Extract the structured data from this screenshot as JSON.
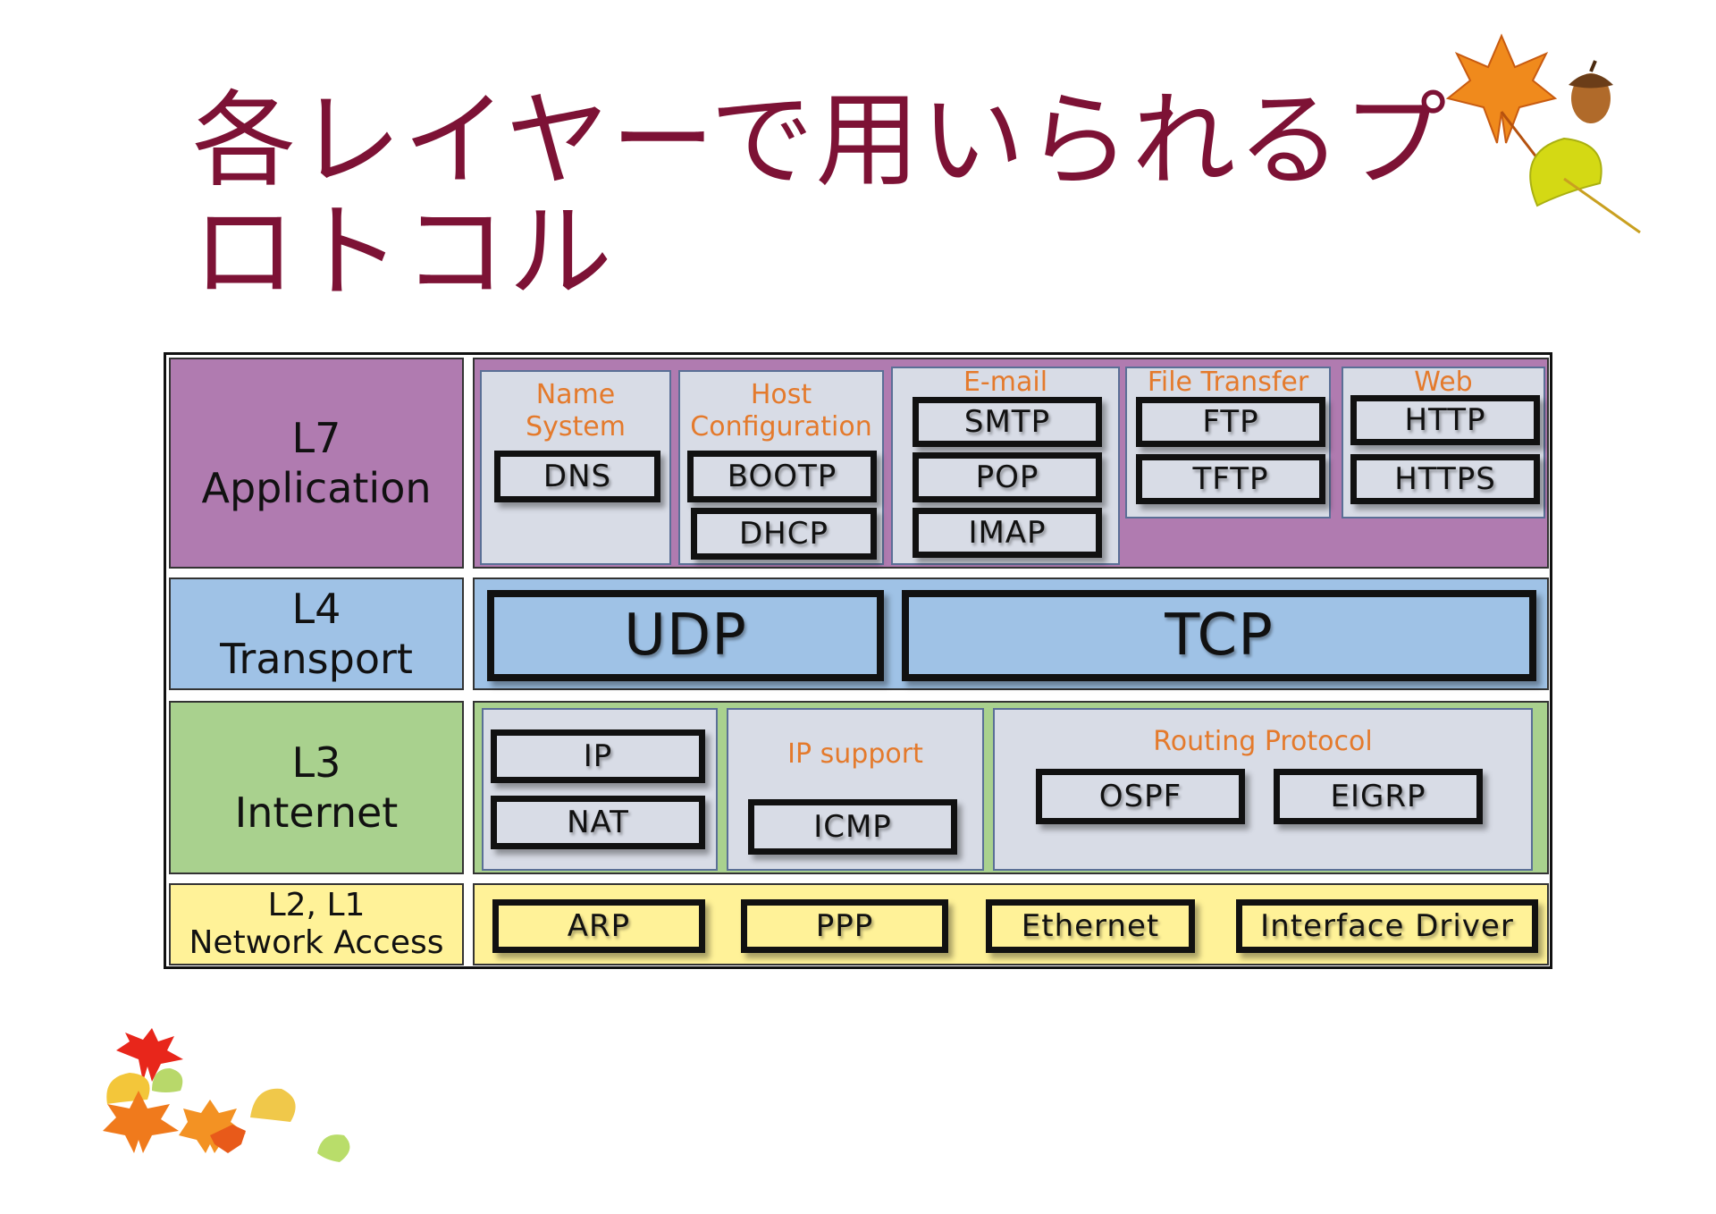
{
  "title": "各レイヤーで用いられるプロトコル",
  "colors": {
    "title": "#7d1235",
    "l7": "#b07bb0",
    "l4": "#9fc2e6",
    "l3": "#a9d18e",
    "l2": "#fff298",
    "group_fill": "#d8dce6",
    "group_title": "#e47a2c"
  },
  "layers": {
    "l7": {
      "name": "L7",
      "desc": "Application"
    },
    "l4": {
      "name": "L4",
      "desc": "Transport"
    },
    "l3": {
      "name": "L3",
      "desc": "Internet"
    },
    "l2": {
      "name": "L2, L1",
      "desc": "Network Access"
    }
  },
  "l7_groups": {
    "name_system": {
      "title": "Name\nSystem",
      "protocols": [
        "DNS"
      ]
    },
    "host_config": {
      "title": "Host\nConfiguration",
      "protocols": [
        "BOOTP",
        "DHCP"
      ]
    },
    "email": {
      "title": "E-mail",
      "protocols": [
        "SMTP",
        "POP",
        "IMAP"
      ]
    },
    "file_transfer": {
      "title": "File Transfer",
      "protocols": [
        "FTP",
        "TFTP"
      ]
    },
    "web": {
      "title": "Web",
      "protocols": [
        "HTTP",
        "HTTPS"
      ]
    }
  },
  "l4_protocols": [
    "UDP",
    "TCP"
  ],
  "l3": {
    "core": [
      "IP",
      "NAT"
    ],
    "ip_support": {
      "title": "IP support",
      "protocols": [
        "ICMP"
      ]
    },
    "routing": {
      "title": "Routing Protocol",
      "protocols": [
        "OSPF",
        "EIGRP"
      ]
    }
  },
  "l2_protocols": [
    "ARP",
    "PPP",
    "Ethernet",
    "Interface Driver"
  ],
  "decorations": [
    "maple-leaf-icon",
    "acorn-icon",
    "ginkgo-leaf-icon"
  ]
}
